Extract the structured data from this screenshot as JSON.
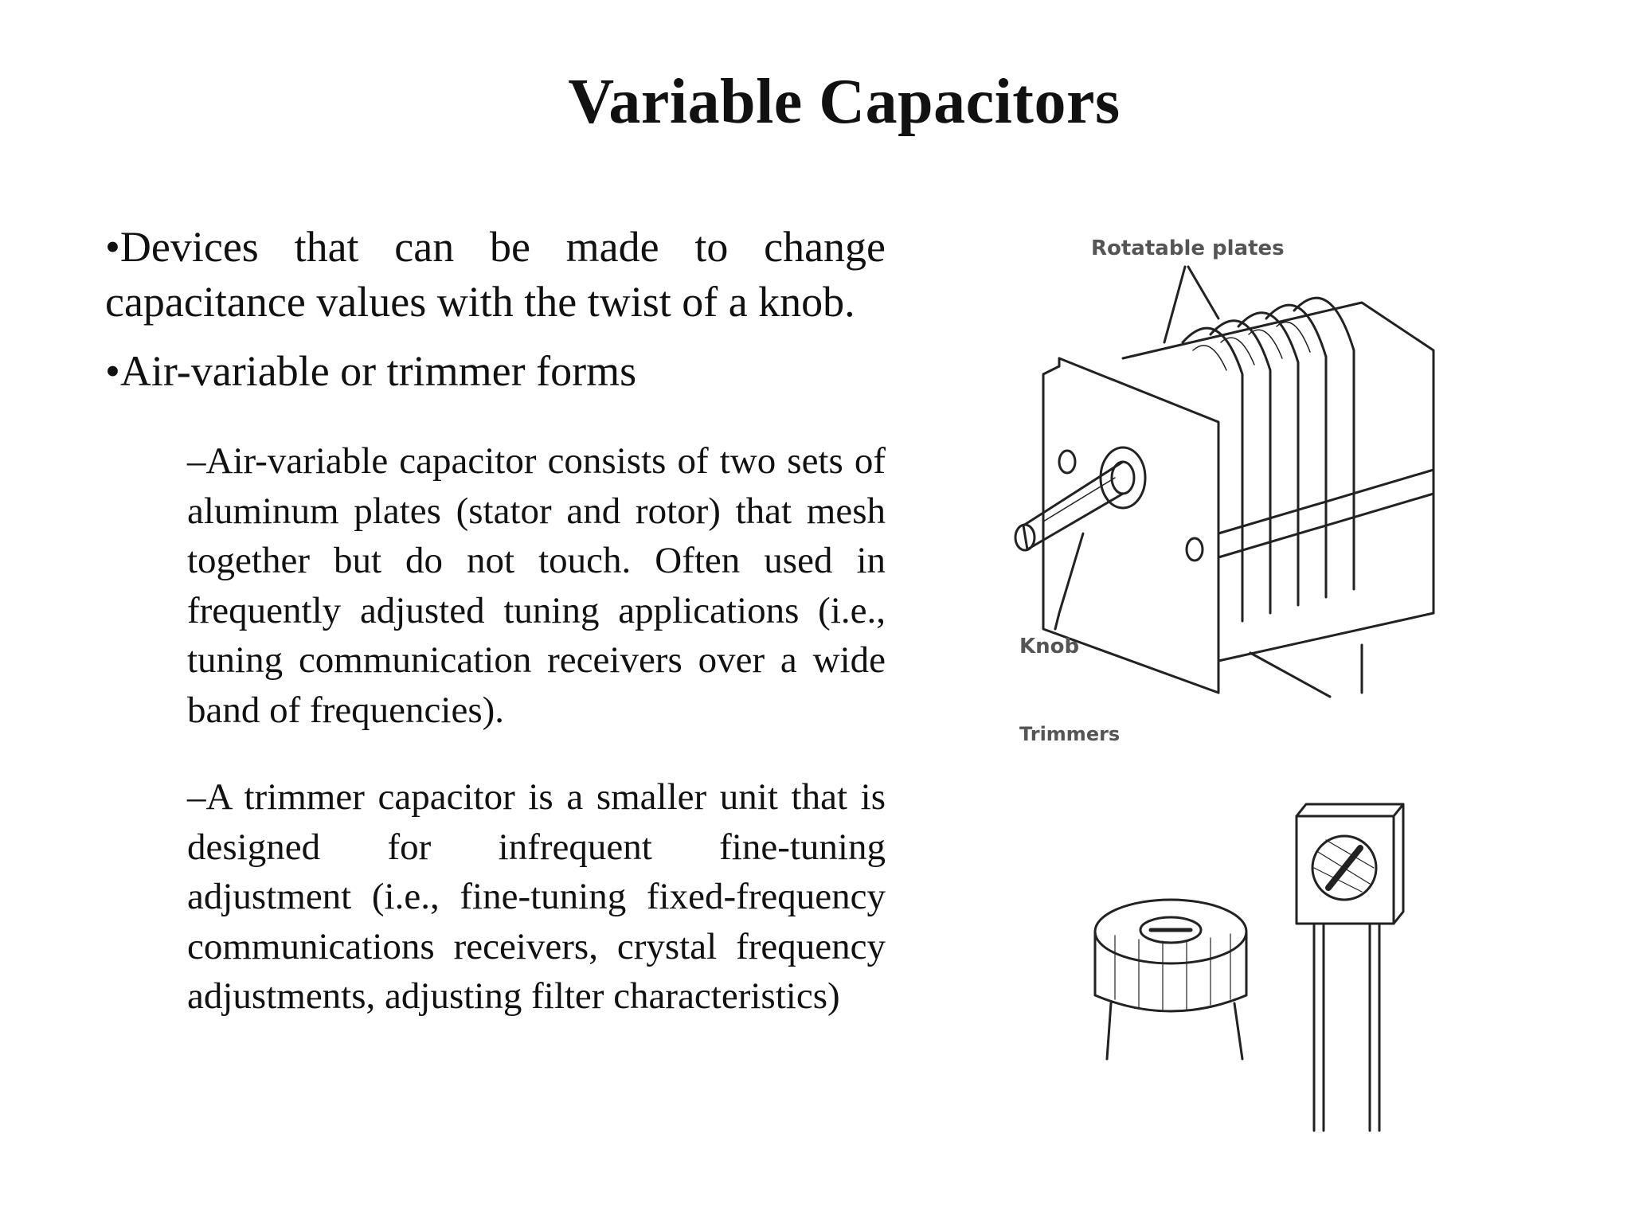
{
  "slide": {
    "title": "Variable Capacitors",
    "bullets": [
      {
        "text": "•Devices that can be made to change capacitance values with the twist of a knob."
      },
      {
        "text": "•Air-variable or trimmer forms",
        "sub_bullets": [
          "–Air-variable capacitor consists of two sets of aluminum plates (stator and rotor) that mesh together but do not touch. Often used in frequently adjusted tuning applications (i.e., tuning communication receivers over a wide band of frequencies).",
          "–A trimmer capacitor is a smaller unit that is designed for infrequent fine-tuning adjustment (i.e., fine-tuning fixed-frequency communications receivers, crystal frequency adjustments, adjusting filter characteristics)"
        ]
      }
    ]
  },
  "figure": {
    "labels": {
      "rotatable_plates": "Rotatable plates",
      "knob": "Knob",
      "trimmers": "Trimmers"
    }
  }
}
